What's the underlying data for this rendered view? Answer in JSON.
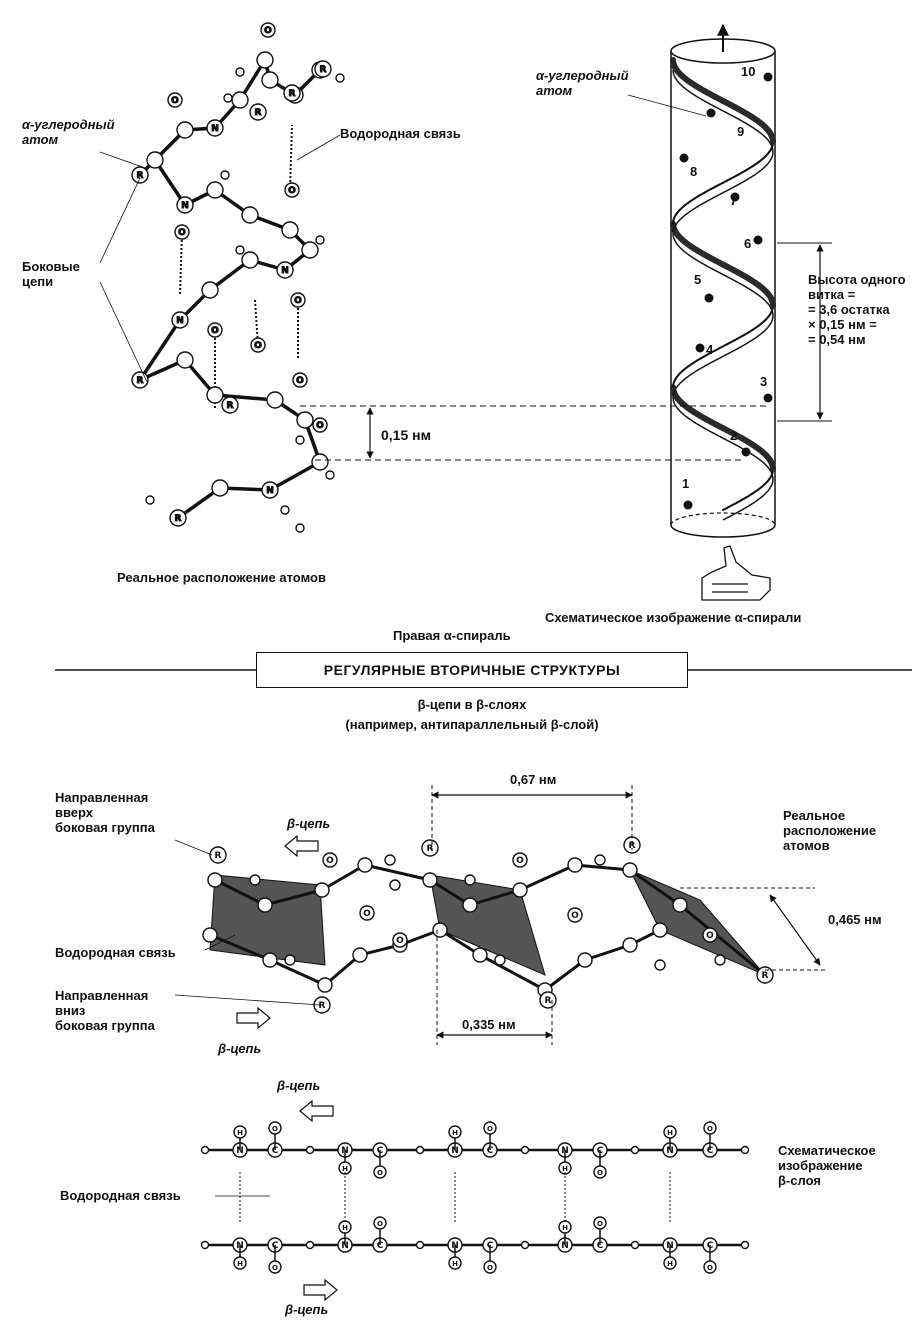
{
  "colors": {
    "ink": "#111111",
    "ribbon": "#2a2a2a",
    "sheet": "#555555",
    "paper": "#ffffff"
  },
  "helix": {
    "title": "Правая α-спираль",
    "alpha_carbon_left": "α-углеродный\nатом",
    "hydrogen_bond_top": "Водородная связь",
    "side_chains": "Боковые\nцепи",
    "distance_015": "0,15 нм",
    "real_arrangement": "Реальное расположение атомов",
    "alpha_carbon_right": "α-углеродный\nатом",
    "pitch_note": "Высота одного\nвитка =\n= 3,6 остатка\n× 0,15 нм =\n= 0,54 нм",
    "schematic_caption": "Схематическое изображение α-спирали",
    "residue_numbers": [
      "1",
      "2",
      "3",
      "4",
      "5",
      "6",
      "7",
      "8",
      "9",
      "10"
    ]
  },
  "section_title": "РЕГУЛЯРНЫЕ ВТОРИЧНЫЕ СТРУКТУРЫ",
  "beta": {
    "subtitle_1": "β-цепи в  β-слоях",
    "subtitle_2": "(например, антипараллельный  β-слой)",
    "up_side_group": "Направленная\nвверх\nбоковая группа",
    "chain_label": "β-цепь",
    "distance_067": "0,67 нм",
    "real_arrangement": "Реальное\nрасположение\nатомов",
    "distance_0465": "0,465 нм",
    "hydrogen_bond": "Водородная связь",
    "down_side_group": "Направленная\nвниз\nбоковая группа",
    "distance_0335": "0,335 нм",
    "schematic_caption": "Схематическое\nизображение\nβ-слоя",
    "atom_letters": {
      "R": "R",
      "N": "N",
      "C": "C",
      "O": "O",
      "H": "H"
    }
  }
}
